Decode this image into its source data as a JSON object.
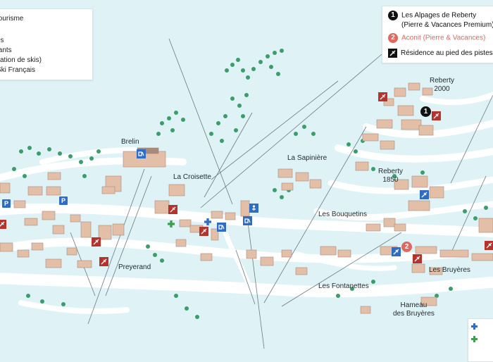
{
  "legend_left": {
    "items": [
      "tourisme",
      "es",
      "fants",
      "cation de skis)",
      "Ski Français"
    ]
  },
  "legend_right": {
    "residence_1": {
      "number": "1",
      "line1": "Les Alpages de Reberty",
      "line2": "(Pierre & Vacances Premium)"
    },
    "residence_2": {
      "number": "2",
      "label": "Aconit (Pierre & Vacances)"
    },
    "ski_in_label": "Résidence au pied des pistes"
  },
  "labels": {
    "brelin": "Brelin",
    "la_croisette": "La Croisette",
    "la_sapiniere": "La Sapinière",
    "reberty_2000_a": "Reberty",
    "reberty_2000_b": "2000",
    "reberty_1850_a": "Reberty",
    "reberty_1850_b": "1850",
    "les_bouquetins": "Les Bouquetins",
    "preyerand": "Preyerand",
    "les_bruyeres": "Les Bruyères",
    "les_fontanettes": "Les Fontanettes",
    "hameau_a": "Hameau",
    "hameau_b": "des Bruyères"
  },
  "markers": {
    "residence_1": "1",
    "residence_2": "2",
    "parking": "P",
    "ski_in_icon": "ski-in-ski-out-icon",
    "lift_icon": "lift-icon",
    "medical_icon": "medical-cross-icon"
  },
  "legend_br": {
    "items": [
      "medical-cross-blue",
      "pharmacy-cross-green"
    ]
  },
  "colors": {
    "snow": "#dff2f6",
    "piste": "#ffffff",
    "building": "#e4bfa8",
    "roof": "#a68a7c",
    "tree": "#3b9e6a",
    "marker_red": "#b8322c",
    "marker_blue": "#2f6cc4",
    "residence_1": "#111111",
    "residence_2": "#e1685f"
  }
}
